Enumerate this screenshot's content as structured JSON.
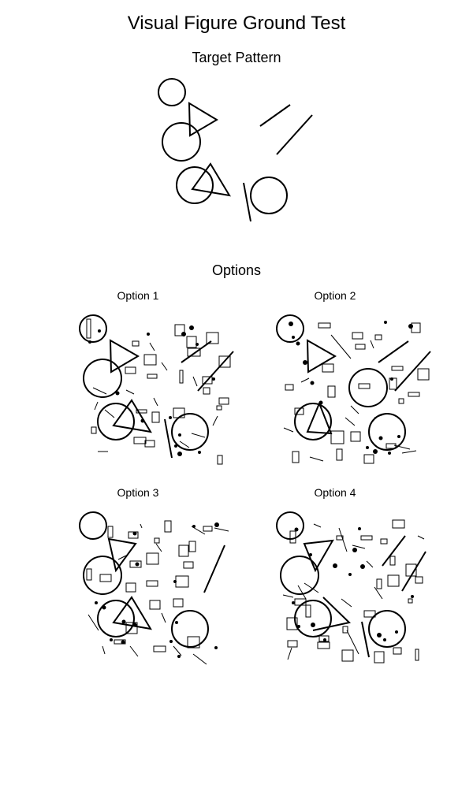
{
  "title": "Visual Figure Ground Test",
  "target_title": "Target Pattern",
  "options_title": "Options",
  "options": [
    {
      "label": "Option 1"
    },
    {
      "label": "Option 2"
    },
    {
      "label": "Option 3"
    },
    {
      "label": "Option 4"
    }
  ]
}
